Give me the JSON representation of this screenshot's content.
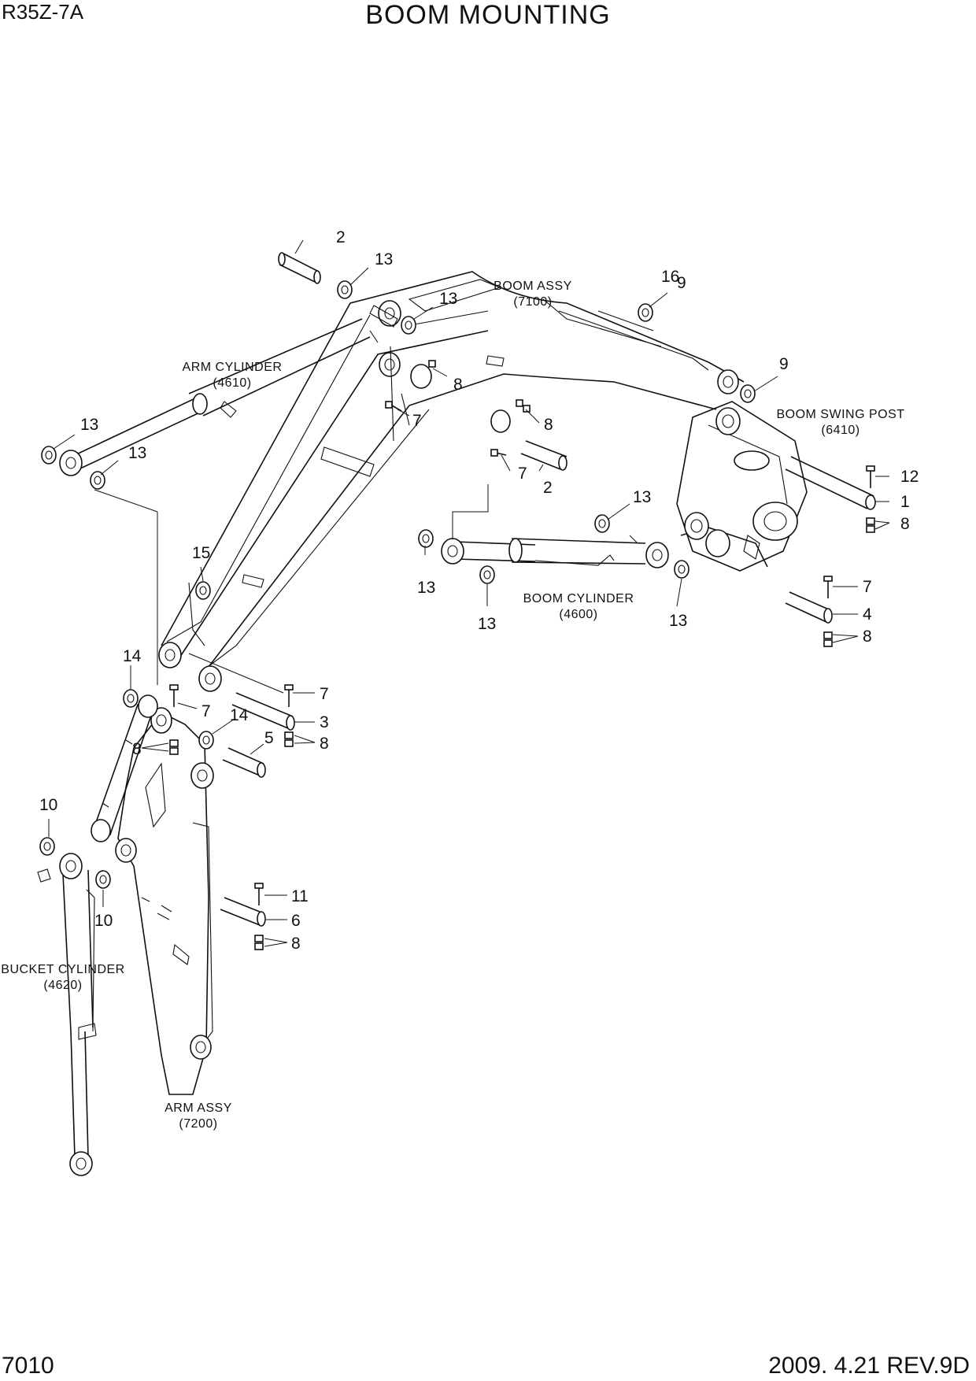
{
  "header": {
    "model": "R35Z-7A",
    "title": "BOOM MOUNTING"
  },
  "footer": {
    "page_number": "7010",
    "revision": "2009. 4.21  REV.9D"
  },
  "assemblies": {
    "arm_cylinder": {
      "name": "ARM CYLINDER",
      "code": "(4610)"
    },
    "boom_assy": {
      "name": "BOOM ASSY",
      "code": "(7100)"
    },
    "boom_swing_post": {
      "name": "BOOM SWING POST",
      "code": "(6410)"
    },
    "boom_cylinder": {
      "name": "BOOM CYLINDER",
      "code": "(4600)"
    },
    "bucket_cylinder": {
      "name": "BUCKET CYLINDER",
      "code": "(4620)"
    },
    "arm_assy": {
      "name": "ARM ASSY",
      "code": "(7200)"
    }
  },
  "callouts": {
    "c1": "2",
    "c2": "13",
    "c3": "13",
    "c4": "16",
    "c5": "9",
    "c6": "9",
    "c7": "8",
    "c8": "7",
    "c9": "8",
    "c10": "7",
    "c11": "2",
    "c12": "13",
    "c13": "13",
    "c14": "12",
    "c15": "1",
    "c16": "8",
    "c17": "13",
    "c18": "13",
    "c19": "13",
    "c20": "13",
    "c21": "7",
    "c22": "4",
    "c23": "8",
    "c24": "15",
    "c25": "14",
    "c26": "7",
    "c27": "7",
    "c28": "3",
    "c29": "14",
    "c30": "5",
    "c31": "8",
    "c32": "8",
    "c33": "10",
    "c34": "10",
    "c35": "11",
    "c36": "6",
    "c37": "8"
  }
}
